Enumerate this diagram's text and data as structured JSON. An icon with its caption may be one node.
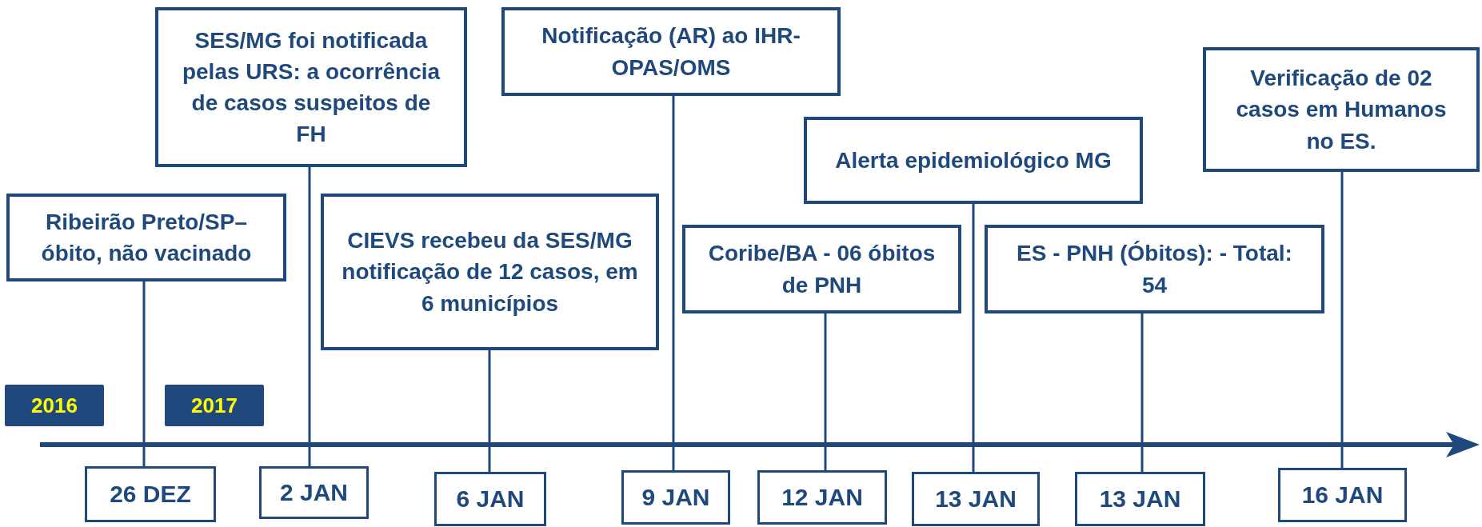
{
  "diagram": {
    "nodes": [
      {
        "text": [
          "Ribeirão Preto/SP– óbito, não vacinado"
        ]
      },
      {
        "text": [
          "SES/MG foi notificada pelas URS: a ocorrência de casos suspeitos de FH"
        ]
      },
      {
        "text": [
          "CIEVS recebeu da SES/MG notificação de 12 casos, em 6 municípios"
        ]
      },
      {
        "text": [
          "Notificação (AR) ao IHR-OPAS/OMS"
        ]
      },
      {
        "text": [
          "Coribe/BA - 06 óbitos de PNH"
        ]
      },
      {
        "text": [
          "Alerta epidemiológico MG"
        ]
      },
      {
        "text": [
          "ES - PNH (Óbitos): - Total: 54"
        ]
      },
      {
        "text": [
          "Verificação de 02 casos em Humanos no ES."
        ]
      },
      {
        "text": [
          "2016"
        ]
      },
      {
        "text": [
          "2017"
        ]
      },
      {
        "text": [
          "26 DEZ"
        ]
      },
      {
        "text": [
          "2 JAN"
        ]
      },
      {
        "text": [
          "6 JAN"
        ]
      },
      {
        "text": [
          "9 JAN"
        ]
      },
      {
        "text": [
          "12 JAN"
        ]
      },
      {
        "text": [
          "13 JAN"
        ]
      },
      {
        "text": [
          "13 JAN"
        ]
      },
      {
        "text": [
          "16 JAN"
        ]
      }
    ],
    "edges": [
      {
        "from": 0,
        "to": 10,
        "arrow": "none"
      },
      {
        "from": 1,
        "to": 11,
        "arrow": "none"
      },
      {
        "from": 2,
        "to": 12,
        "arrow": "none"
      },
      {
        "from": 3,
        "to": 13,
        "arrow": "none"
      },
      {
        "from": 4,
        "to": 14,
        "arrow": "none"
      },
      {
        "from": 5,
        "to": 15,
        "arrow": "none"
      },
      {
        "from": 6,
        "to": 16,
        "arrow": "none"
      },
      {
        "from": 7,
        "to": 17,
        "arrow": "none"
      }
    ]
  }
}
